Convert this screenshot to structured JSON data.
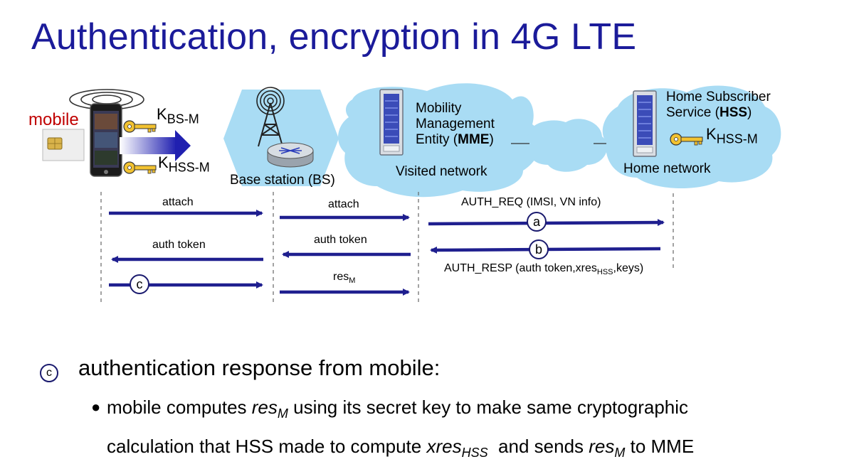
{
  "title": "Authentication, encryption in 4G LTE",
  "entities": {
    "mobile": "mobile",
    "base_station": "Base station (BS)",
    "mme": {
      "line1": "Mobility",
      "line2": "Management",
      "line3_prefix": "Entity (",
      "line3_bold": "MME",
      "line3_suffix": ")"
    },
    "visited_network": "Visited network",
    "hss": {
      "line1": "Home Subscriber",
      "line2_prefix": "Service (",
      "line2_bold": "HSS",
      "line2_suffix": ")"
    },
    "home_network": "Home network"
  },
  "keys": {
    "k_bs_m": {
      "base": "K",
      "sub": "BS-M"
    },
    "k_hss_m_mobile": {
      "base": "K",
      "sub": "HSS-M"
    },
    "k_hss_m_home": {
      "base": "K",
      "sub": "HSS-M"
    }
  },
  "messages": {
    "attach_1": "attach",
    "attach_2": "attach",
    "auth_req": "AUTH_REQ (IMSI, VN info)",
    "auth_token_1": "auth token",
    "auth_token_2": "auth token",
    "res_m": {
      "base": "res",
      "sub": "M"
    },
    "auth_resp": {
      "prefix": "AUTH_RESP (auth token,xres",
      "sub": "HSS",
      "suffix": ",keys)"
    }
  },
  "markers": {
    "a": "a",
    "b": "b",
    "c": "c"
  },
  "bullet_main": {
    "marker": "c",
    "text": "authentication response from mobile:"
  },
  "bullet_sub": {
    "t1": "mobile computes ",
    "res": "res",
    "res_sub": "M",
    "t2": " using its secret key to make same cryptographic",
    "t3": "calculation that HSS made to compute ",
    "xres": "xres",
    "xres_sub": "HSS",
    "t4": "  and sends ",
    "res2": "res",
    "res2_sub": "M",
    "t5": " to MME"
  },
  "colors": {
    "title": "#1b1b9a",
    "arrow": "#1f1f8f",
    "cloud": "#a9dcf4",
    "mobile_label": "#c00000"
  }
}
